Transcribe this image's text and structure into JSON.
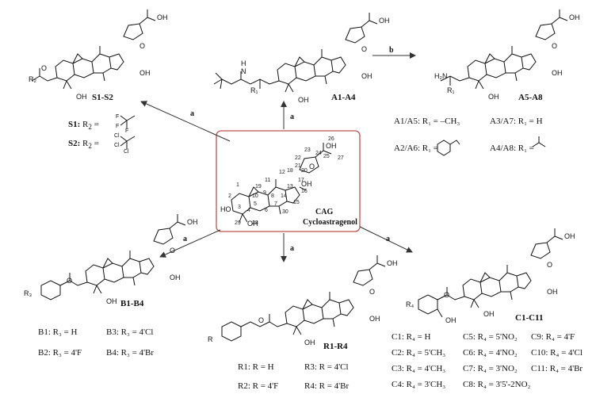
{
  "center": {
    "code": "CAG",
    "name": "Cycloastragenol"
  },
  "steps": {
    "a": "a",
    "b": "b"
  },
  "groups": {
    "S": {
      "title": "S1-S2",
      "items": [
        {
          "id": "S1:",
          "text": "R",
          "sub": "2",
          "eq": " = "
        },
        {
          "id": "S2:",
          "text": "R",
          "sub": "2",
          "eq": " = "
        }
      ]
    },
    "A14": {
      "title": "A1-A4"
    },
    "A58": {
      "title": "A5-A8"
    },
    "A_items": [
      "A1/A5: R₁ = –CH₃",
      "A3/A7: R₁ = H",
      "A2/A6: R₁ =",
      "A4/A8: R₁ ="
    ],
    "B": {
      "title": "B1-B4",
      "items": [
        "B1: R₃ = H",
        "B3: R₃ = 4'Cl",
        "B2: R₃ = 4'F",
        "B4: R₃ = 4'Br"
      ]
    },
    "R": {
      "title": "R1-R4",
      "items": [
        "R1: R = H",
        "R3: R = 4'Cl",
        "R2: R = 4'F",
        "R4: R = 4'Br"
      ]
    },
    "C": {
      "title": "C1-C11",
      "items": [
        "C1: R₄ = H",
        "C5: R₄ = 5'NO₂",
        "C9: R₄ = 4'F",
        "C2: R₄ = 5'CH₃",
        "C6: R₄ = 4'NO₂",
        "C10: R₄ = 4'Cl",
        "C3: R₄ = 4'CH₃",
        "C7: R₄ = 3'NO₂",
        "C11: R₄ = 4'Br",
        "C4: R₄ = 3'CH₃",
        "C8: R₄ = 3'5'-2NO₂"
      ]
    }
  },
  "atoms": {
    "OH": "OH",
    "O": "O",
    "HO": "HO",
    "R1": "R₁",
    "R2": "R₂",
    "R3": "R₃",
    "R4": "R₄",
    "R": "R",
    "NH2": "H₂N",
    "N": "N",
    "H": "H",
    "F": "F",
    "Cl": "Cl"
  },
  "carbon_numbers": [
    "1",
    "2",
    "3",
    "4",
    "5",
    "6",
    "7",
    "8",
    "9",
    "10",
    "11",
    "12",
    "13",
    "14",
    "15",
    "16",
    "17",
    "18",
    "19",
    "20",
    "21",
    "22",
    "23",
    "24",
    "25",
    "26",
    "27",
    "28",
    "29",
    "30"
  ],
  "colors": {
    "frame": "#c0504d",
    "ink": "#111111",
    "arrow": "#333333"
  }
}
